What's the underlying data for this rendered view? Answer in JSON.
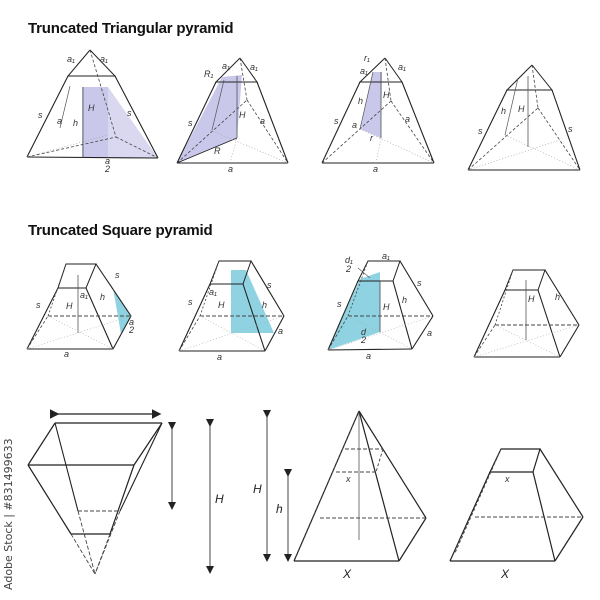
{
  "sections": {
    "triangular": {
      "title": "Truncated Triangular pyramid"
    },
    "square": {
      "title": "Truncated Square pyramid"
    }
  },
  "colors": {
    "triangular_fill": "#c9c8ea",
    "square_fill": "#8fd3e3",
    "line": "#222222",
    "dashed": "#444444"
  },
  "labels": {
    "a": "a",
    "a1": "a₁",
    "s": "s",
    "h": "h",
    "H": "H",
    "R": "R",
    "R1": "R₁",
    "r": "r",
    "r1": "r₁",
    "a_half_num": "a",
    "a_half_den": "2",
    "d_half_num": "d",
    "d1_half_num": "d₁",
    "half_den": "2",
    "X": "X",
    "x": "x"
  },
  "watermark": "Adobe Stock | #831499633"
}
